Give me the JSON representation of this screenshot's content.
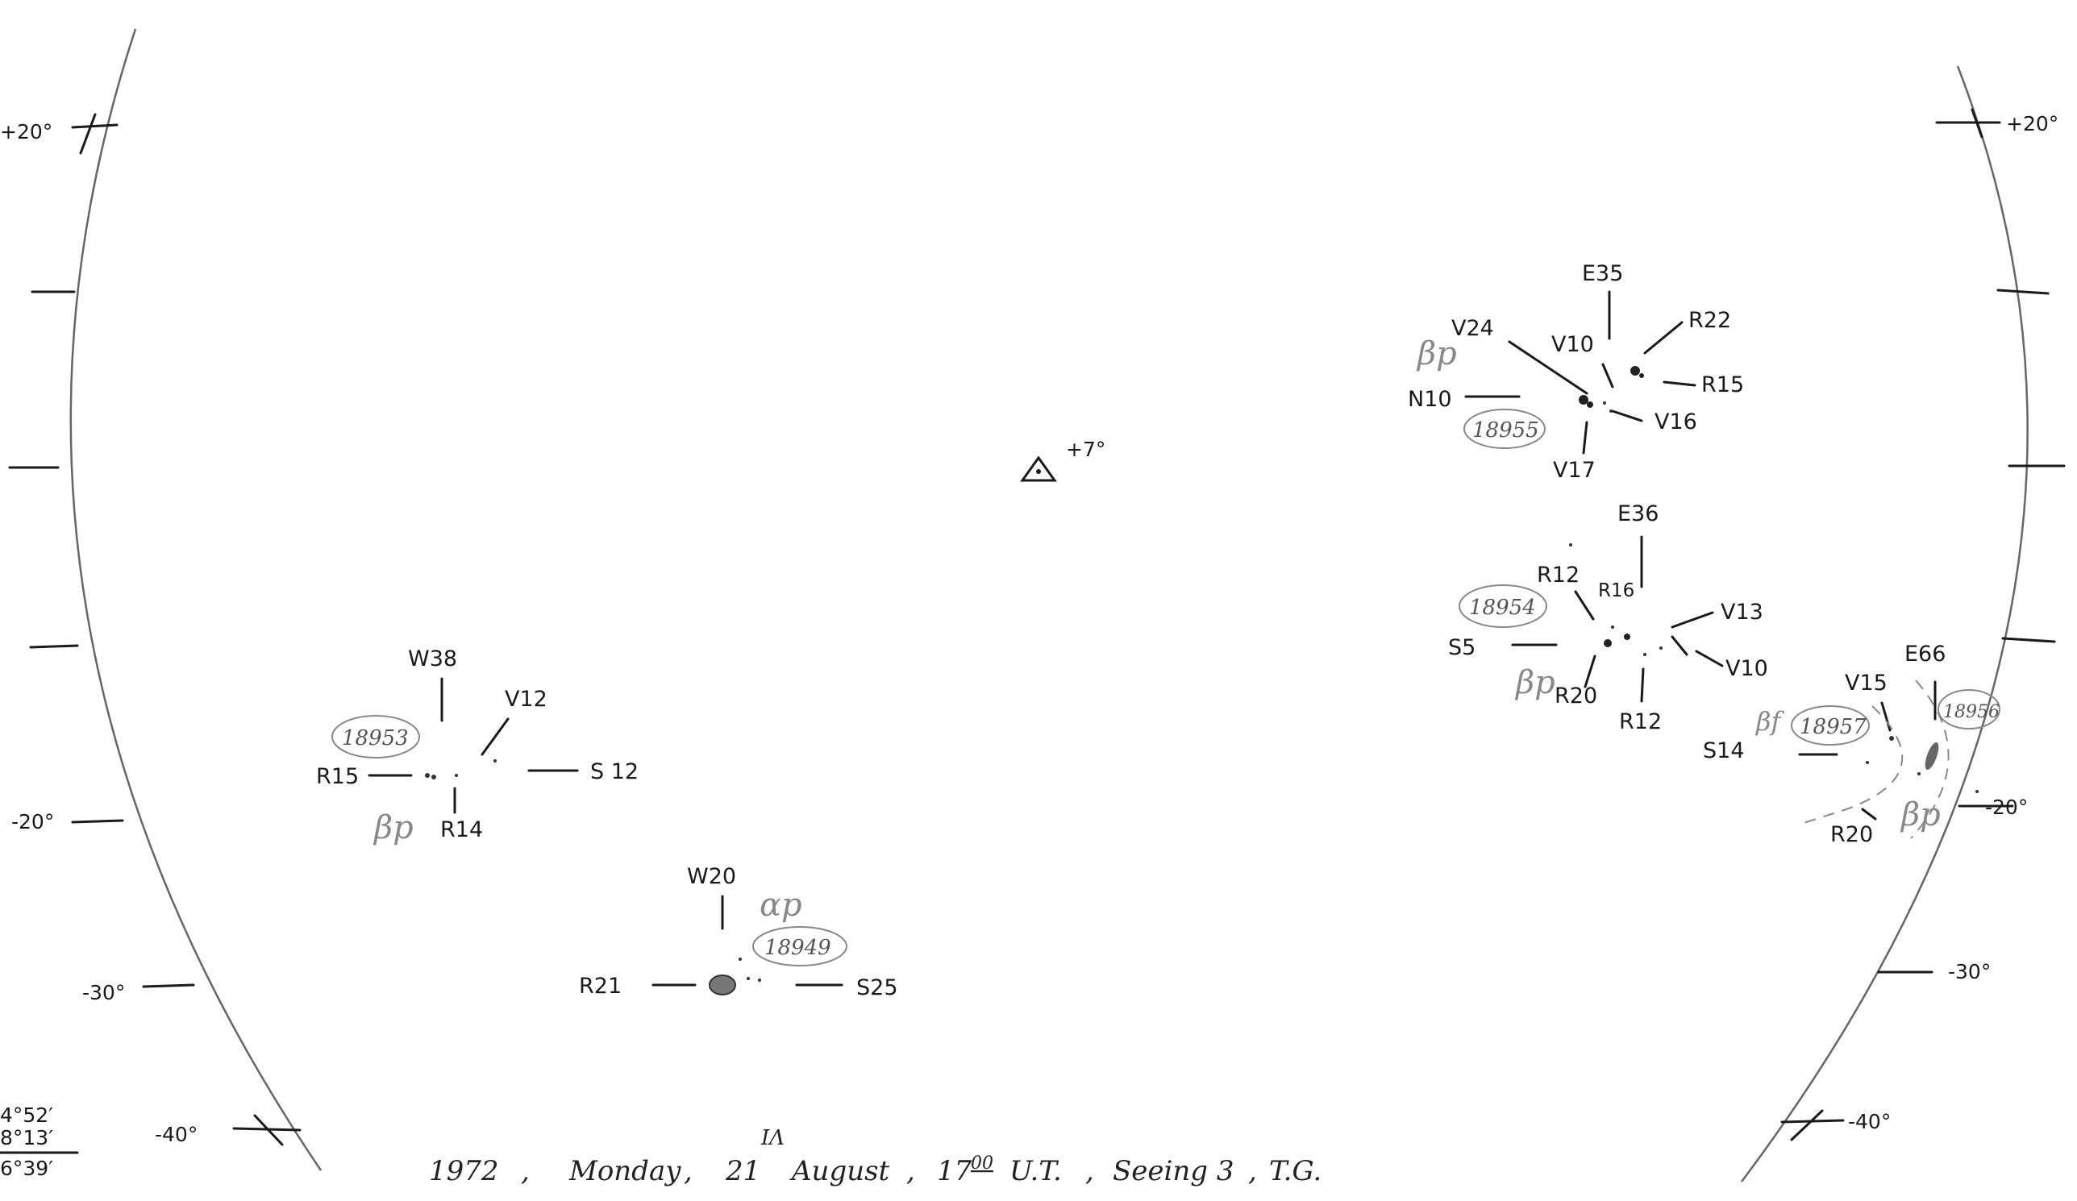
{
  "drawing": {
    "center_marker": "+7°",
    "latitude_labels_left": [
      "+20°",
      "-20°",
      "-30°",
      "-40°"
    ],
    "latitude_labels_right": [
      "+20°",
      "-20°",
      "-30°",
      "-40°"
    ],
    "corner_figures": [
      "4°52′",
      "8°13′",
      "6°39′"
    ],
    "footer": {
      "year": "1972",
      "weekday": "Monday",
      "day": "21",
      "day_annotation": "ΙΛ",
      "month": "August",
      "time": "17",
      "time_minutes": "00",
      "time_unit": "U.T.",
      "seeing": "Seeing 3",
      "observer": "T.G."
    },
    "regions": [
      {
        "number": "18955",
        "class": "βp",
        "labels": [
          "E35",
          "V24",
          "V10",
          "R22",
          "R15",
          "N10",
          "V16",
          "V17"
        ]
      },
      {
        "number": "18954",
        "class": "βp",
        "labels": [
          "E36",
          "R12",
          "R16",
          "V13",
          "S5",
          "V10",
          "R20",
          "R12"
        ]
      },
      {
        "number": "18953",
        "class": "βp",
        "labels": [
          "W38",
          "V12",
          "R15",
          "S 12",
          "R14"
        ]
      },
      {
        "number": "18949",
        "class": "αp",
        "labels": [
          "W20",
          "R21",
          "S25"
        ]
      },
      {
        "number": "18957",
        "class": "βf",
        "labels": [
          "S14",
          "V15",
          "R20"
        ],
        "extra_class": "βp"
      },
      {
        "number": "18956",
        "class": "",
        "labels": [
          "E66"
        ]
      }
    ]
  }
}
